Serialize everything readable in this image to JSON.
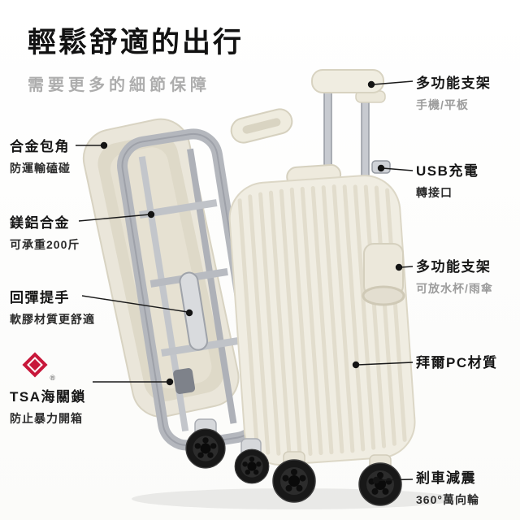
{
  "header": {
    "title": "輕鬆舒適的出行",
    "subtitle": "需要更多的細節保障"
  },
  "callouts_left": [
    {
      "title": "合金包角",
      "desc": "防運輸磕碰"
    },
    {
      "title": "鎂鋁合金",
      "desc": "可承重200斤"
    },
    {
      "title": "回彈提手",
      "desc": "軟膠材質更舒適"
    },
    {
      "title": "TSA海關鎖",
      "desc": "防止暴力開箱",
      "badge": "®"
    }
  ],
  "callouts_right": [
    {
      "title": "多功能支架",
      "desc": "手機/平板"
    },
    {
      "title": "USB充電",
      "desc": "轉接口"
    },
    {
      "title": "多功能支架",
      "desc": "可放水杯/雨傘"
    },
    {
      "title": "拜爾PC材質",
      "desc": ""
    },
    {
      "title": "剎車減震",
      "desc": "360°萬向輪"
    }
  ],
  "colors": {
    "title_text": "#121212",
    "subtitle_text": "#adadad",
    "tsa_red": "#c8173a",
    "shell_cream": "#f0ede2",
    "frame_silver": "#b4b7bd",
    "wheel_black": "#181818"
  }
}
